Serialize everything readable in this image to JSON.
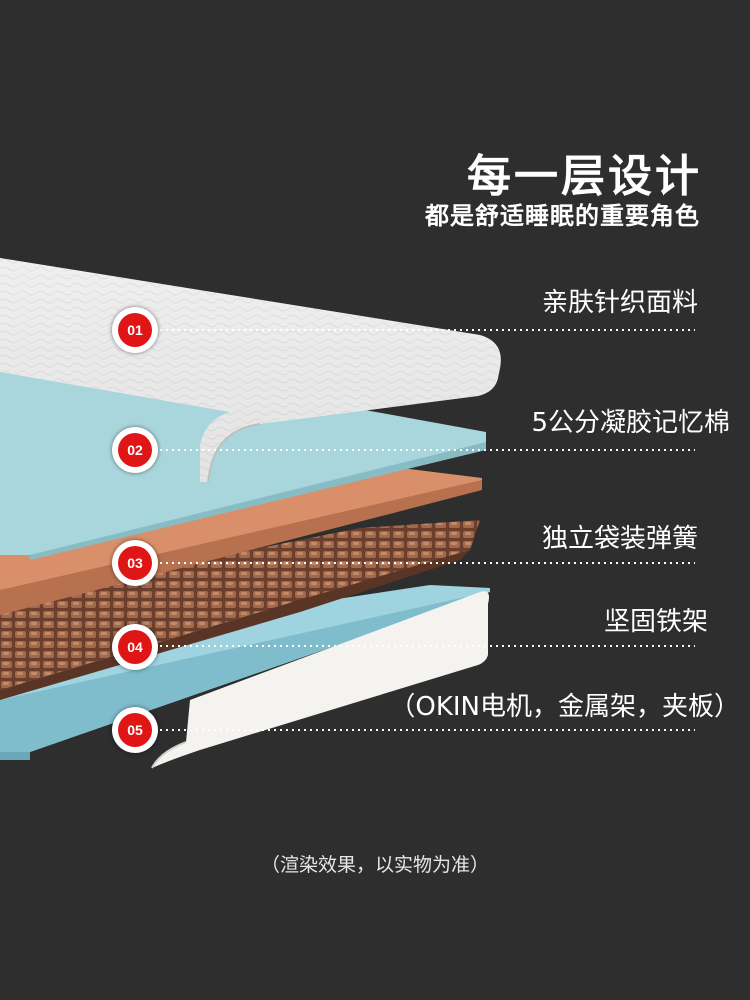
{
  "headline": "每一层设计",
  "subheadline": "都是舒适睡眠的重要角色",
  "layers": [
    {
      "number": "01",
      "label": "亲肤针织面料"
    },
    {
      "number": "02",
      "label": "5公分凝胶记忆棉"
    },
    {
      "number": "03",
      "label": "独立袋装弹簧"
    },
    {
      "number": "04",
      "label": "坚固铁架"
    },
    {
      "number": "05",
      "label": "（OKIN电机，金属架，夹板）"
    }
  ],
  "footnote": "（渲染效果，以实物为准）",
  "colors": {
    "background": "#2e2e2e",
    "fabric": "#ececec",
    "gel_foam": "#a9d6dc",
    "comfort_foam": "#d9906a",
    "springs": "#7a4a35",
    "base": "#9fd3e0",
    "badge_red": "#e01515"
  }
}
